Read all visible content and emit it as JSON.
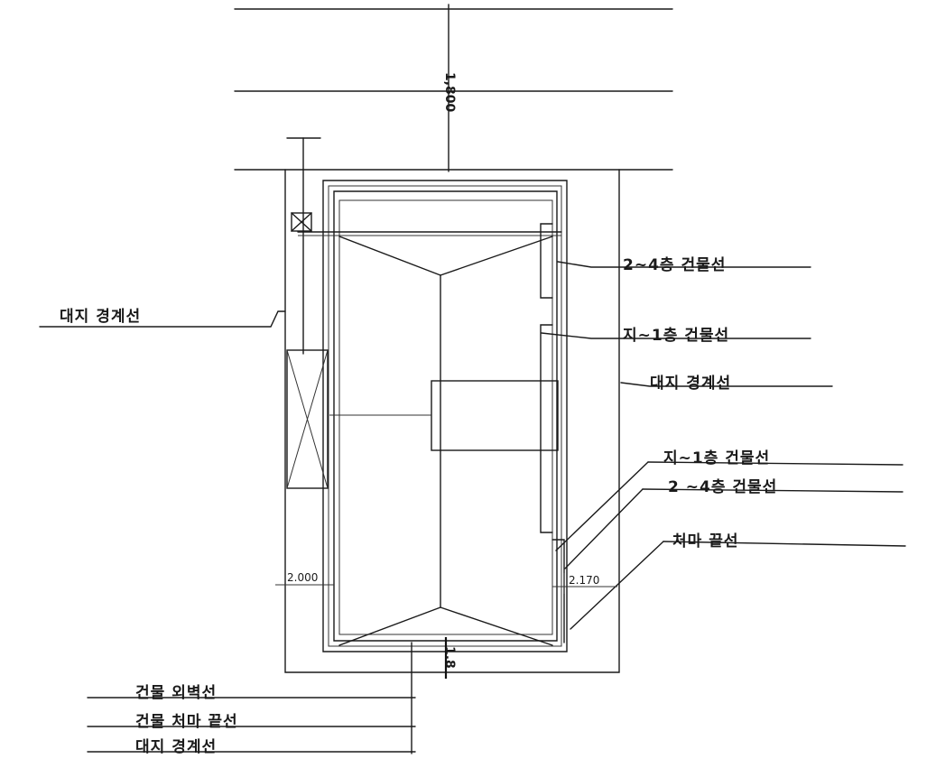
{
  "labels": {
    "site_boundary_left": "대지      경계선",
    "floors_2_4_right": "2~4층 건물선",
    "floors_b1_1_right": "지~1층 건물선",
    "site_boundary_right": "대지   경계선",
    "floors_b1_1_lower": "지~1층 건물선",
    "floors_2_4_lower": "2 ~4층 건물선",
    "eaves_line": "처마 끝선",
    "building_outer_wall": "건물 외벽선",
    "building_eaves_line": "건물 처마 끝선",
    "site_boundary_bottom": "대지 경계선"
  },
  "dimensions": {
    "left_offset": "2.000",
    "right_offset": "2.170",
    "top_vertical": "1,800",
    "bottom_vertical": "1.8"
  }
}
